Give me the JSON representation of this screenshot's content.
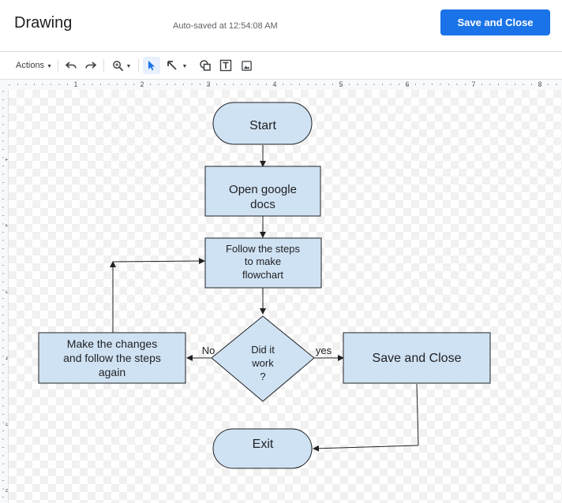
{
  "header": {
    "title": "Drawing",
    "autosave": "Auto-saved at 12:54:08 AM",
    "save_button": "Save and Close"
  },
  "toolbar": {
    "actions_label": "Actions",
    "tools": [
      "undo-icon",
      "redo-icon",
      "zoom-icon",
      "select-icon",
      "line-icon",
      "shape-icon",
      "textbox-icon",
      "image-icon"
    ]
  },
  "ruler": {
    "labels": [
      "1",
      "2",
      "3",
      "4",
      "5",
      "6",
      "7",
      "8"
    ]
  },
  "vruler": {
    "labels": [
      "1",
      "2",
      "3",
      "4",
      "5",
      "6"
    ]
  },
  "flowchart": {
    "start": "Start",
    "open_line1": "Open google",
    "open_line2": "docs",
    "follow_line1": "Follow the steps",
    "follow_line2": "to make",
    "follow_line3": "flowchart",
    "decision_line1": "Did it",
    "decision_line2": "work",
    "decision_line3": "?",
    "no_label": "No",
    "yes_label": "yes",
    "change_line1": "Make the changes",
    "change_line2": "and follow the steps",
    "change_line3": "again",
    "save_close": "Save and Close",
    "exit": "Exit"
  },
  "colors": {
    "shape_fill": "#cfe2f3",
    "shape_stroke": "#202124",
    "accent": "#1a73e8"
  }
}
